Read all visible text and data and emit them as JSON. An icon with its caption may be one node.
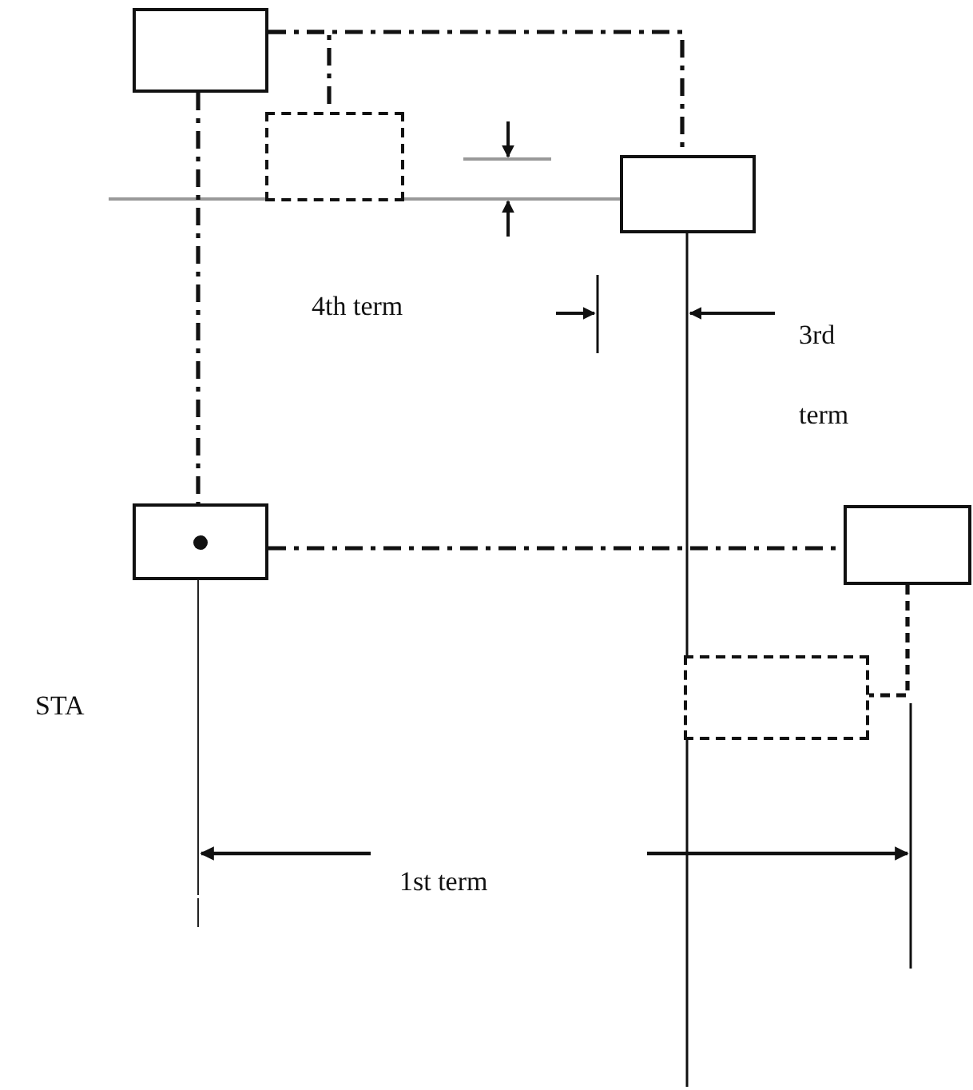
{
  "diagram": {
    "nodes": [
      {
        "text": [],
        "shape": "box"
      },
      {
        "text": [],
        "shape": "box"
      },
      {
        "text": [],
        "shape": "box"
      },
      {
        "text": [],
        "shape": "box"
      },
      {
        "text": [],
        "shape": "box"
      },
      {
        "text": [],
        "shape": "box"
      }
    ],
    "edges": [
      {
        "from": 0,
        "to": 2,
        "arrow": "none",
        "style": "dashed"
      },
      {
        "from": 0,
        "to": 1,
        "arrow": "none",
        "style": "dashed"
      },
      {
        "from": 0,
        "to": 3,
        "arrow": "none",
        "style": "dashed"
      },
      {
        "from": 3,
        "to": 4,
        "arrow": "none",
        "style": "dashed"
      },
      {
        "from": 4,
        "to": 5,
        "arrow": "none",
        "style": "dashed"
      }
    ],
    "labels": [
      "4th term",
      "3rd term",
      "STA",
      "1st term"
    ]
  }
}
